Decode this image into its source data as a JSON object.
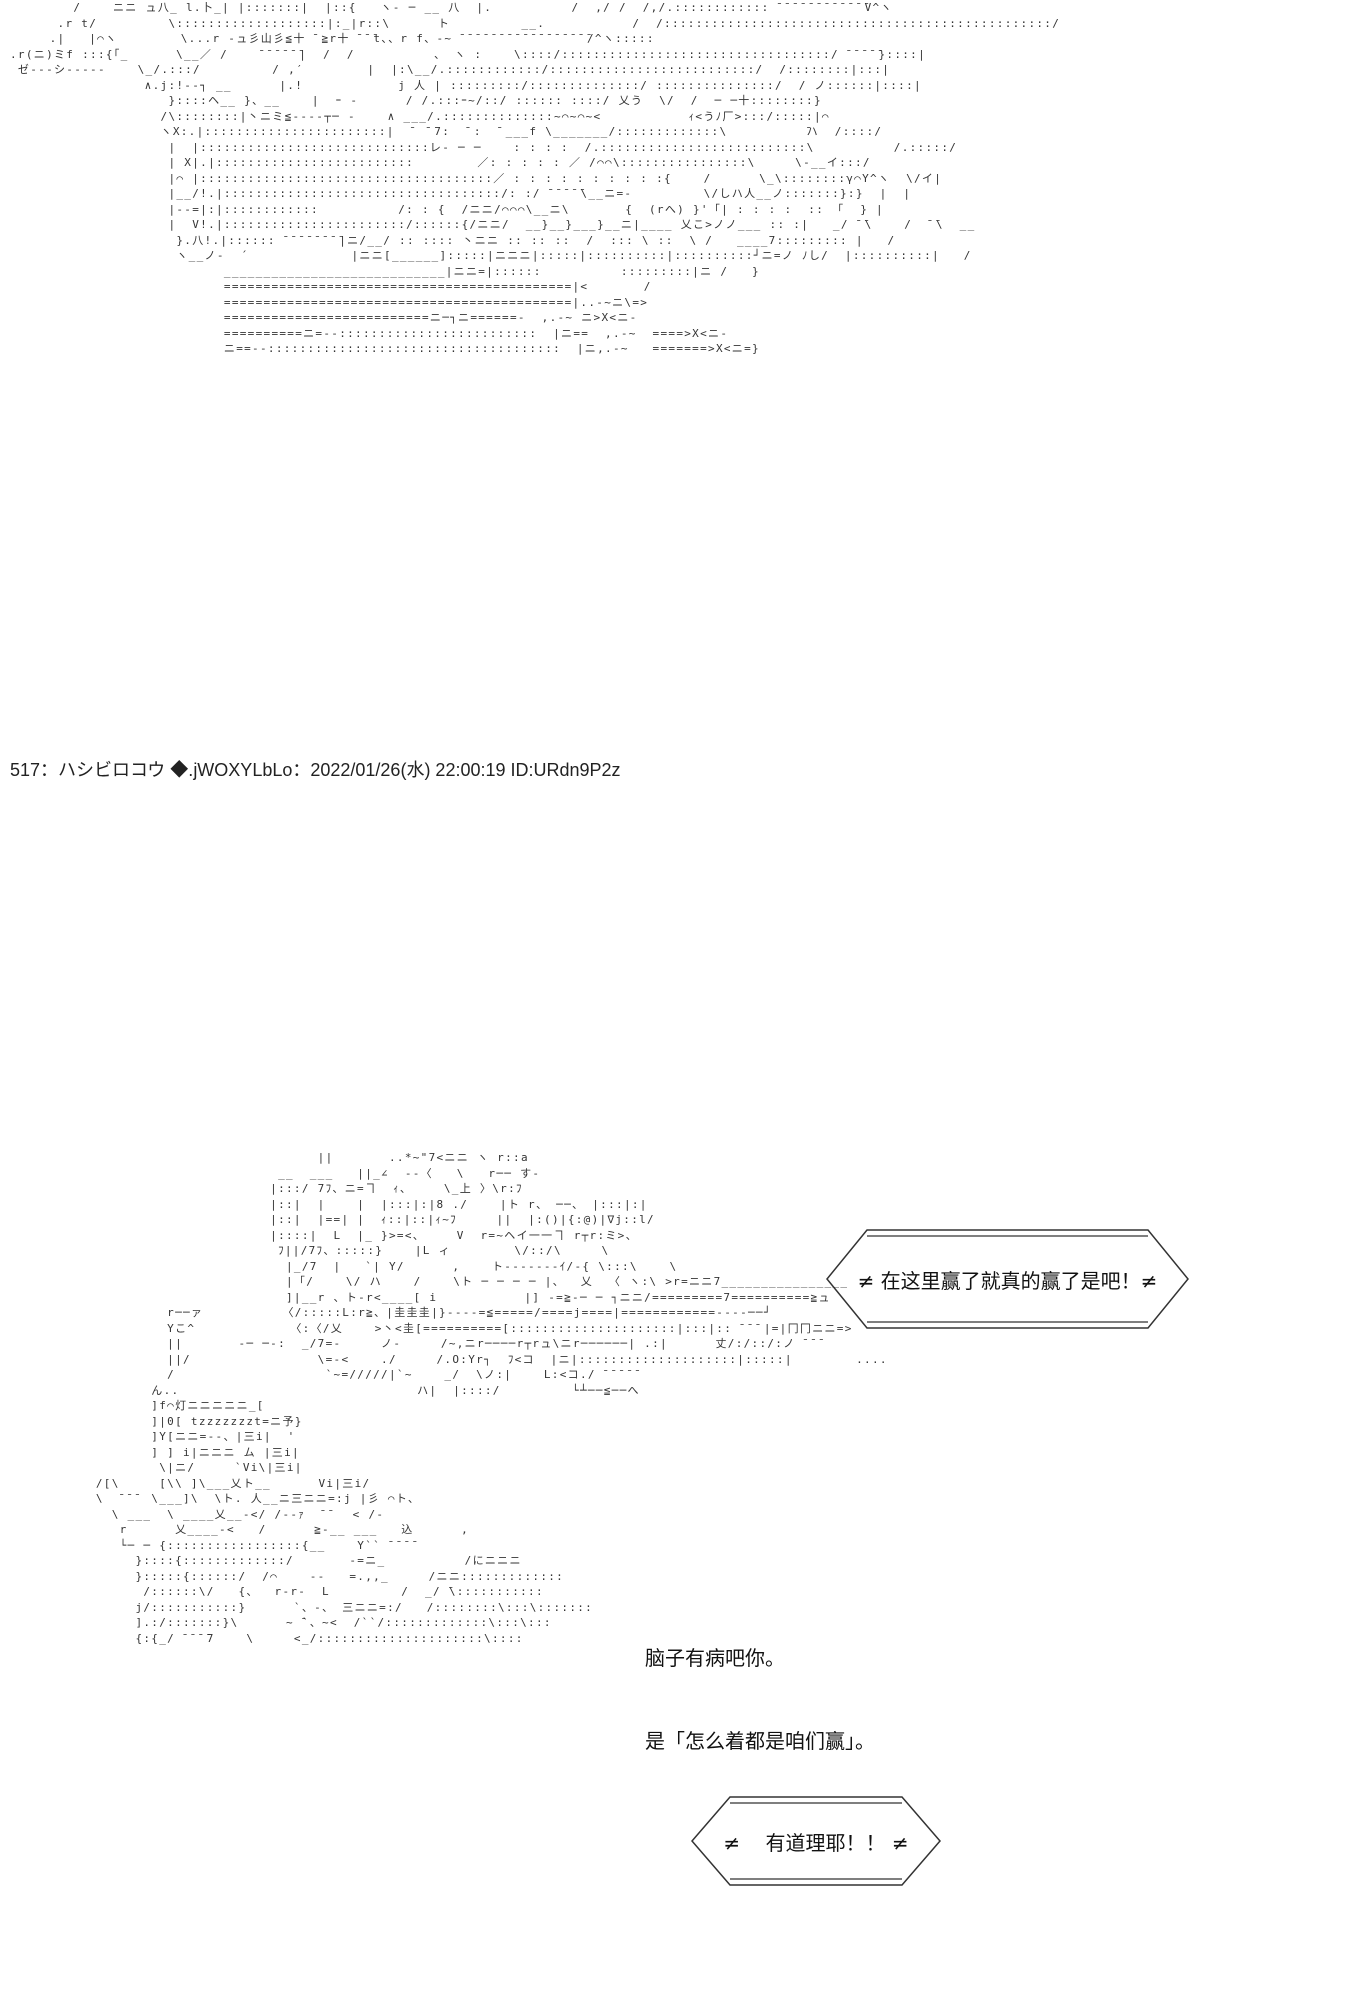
{
  "art_top": "        /    ニニ ュ八_ l.卜_| |:::::::|  |::{   ヽ- ─ __ 八  |.          /  ,/ /  /,/.:::::::::::: ̄ ̄ ̄ ̄ ̄ ̄ ̄ ̄ ̄ ̄ ̄ ̄V^ヽ\n      .r t/         \\:::::::::::::::::::|:_|r::\\      ト         __.           /  /:::::::::::::::::::::::::::::::::::::::::::::::::/\n     .|   |⌒ヽ        \\...r -ュ彡山彡≦十 ̄ ≧r十 ̄ ̄ ̄t、、r f、-~ ̄ ̄ ̄ ̄ ̄ ̄ ̄ ̄ ̄ ̄ ̄ ̄ ̄ ̄ ̄ ̄ ̄/^ヽ:::::\n.r(ニ)ミf :::{「_      \\__／ /    ̄ ̄ ̄ ̄ ̄ ̄|  /  /          、 ヽ :    \\::::/::::::::::::::::::::::::::::::::::/ ̄ ̄ ̄ ̄ ̄}::::|\n ゼ---シ-----    \\_/.:::/         / ,′        |  |:\\__/.::::::::::::/::::::::::::::::::::::::::/  /::::::::|:::|\n                 ∧.j:!--┐ __      |.!            j 人 | :::::::::/::::::::::::::/ :::::::::::::::/  / ノ::::::|::::|\n                    }::::ヘ__ }、__    |  ｰ ‐      / /.:::ｰ~/::/ :::::: ::::/ 乂う  \\/  /  ─ ─十::::::::}\n                   /\\::::::::|丶ニミ≦----┬─ -    ∧ ___/.::::::::::::::~⌒~⌒~<           ｨ<うﾉ厂>:::/:::::|⌒\n                   ヽX:.|:::::::::::::::::::::::|  ̄  ̄ 7:  ̄ :  ̄ ___f \\_______/:::::::::::::\\          ̄ハ  /::::/\n                    |  |:::::::::::::::::::::::::::::レ- ─ ─    : : : :  /.::::::::::::::::::::::::::\\          /.:::::/\n                    | X|.|:::::::::::::::::::::::::        ／: : : : : ／ /⌒⌒\\::::::::::::::::\\     \\-__イ:::/\n                    |⌒ |:::::::::::::::::::::::::::::::::::::／ : : : : : : : : : :{    /      \\_\\::::::::γ⌒Y^ヽ  \\/イ|\n                    |__/!.|:::::::::::::::::::::::::::::::::::/: :/ ̄ ̄ ̄ ̄ ̄\\__ニ=-         \\/しハ人__ノ:::::::}:}  |  |\n                    |--=|:|::::::::::::          /: : {  /ニニ/⌒⌒⌒\\__ニ\\       {  (rへ) }'「| : : : :  :: 「  } |\n                    |  V!.|:::::::::::::::::::::::/::::::{/ニニ/  __}__}___}__ニ|____ 乂こ>ノノ___ :: :|   _/ ̄ ̄\\    /  ̄ ̄\\  __\n                     }.八!.|:::::: ̄ ̄ ̄ ̄ ̄ ̄ ̄ ̄|ニ/__/ :: :::: 丶ニニ :: :: ::  /  ::: \\ ::  \\ /   ____7::::::::: |   /\n                     ヽ__ノ-  ´             |ニニ[______]:::::|ニニニ|:::::|::::::::::|::::::::::┘ニ=ノ ﾉし/  |::::::::::|   /\n                           ____________________________|ニニ=|::::::          :::::::::|ニ /   }\n                           ============================================|<       /\n                           ============================================|..-~ニ\\=>\n                           ==========================ニ─┐ニ======-  ,.-~ ニ>X<ニ-\n                           ==========ニ=--:::::::::::::::::::::::::  |ニ==  ,.-~  ====>X<ニ-\n                           ニ==--:::::::::::::::::::::::::::::::::::::  |ニ,.-~   =======>X<ニ=}",
  "post_header": "517：ハシビロコウ ◆.jWOXYLbLo：2022/01/26(水) 22:00:19 ID:URdn9P2z",
  "art_bottom": "                              ||       ..*~\"7<ニニ ヽ r::a\n                         __  ___   ||_∠  --〈   \\   r── す-\n                        |:::/ 7ﾌ、ニ=ヿ  ｨ、    \\_上 〉\\r:ﾌ\n                        |::|  |    |  |:::|:|8 ./    |ト r、 ──、 |:::|:|\n                        |::|  |==| |  ｨ::|::|ｨ~ﾌ     ||  |:()|{:@)|∇j::l/\n                        |::::|  L  |_ }>=<、    V  r=~ヘイ一一ヿ r┬r:ミ>、\n                         ﾌ||/7ﾌ、:::::}    |L ィ        \\/::/\\     \\\n                          |_/7  |   `| Y/      ,    ト-------ｲ/-{ \\:::\\    \\\n                          |「/    \\/ ハ    /    \\ト ─ ─ ─ ─ |、  乂  〈 ヽ:\\ >r=ニニ7________________\n                          ]|__r 、ト-r<____[ i           |] -=≧-─ ─ ┐ニニ/=========7==========≧ュ\n           r──ァ          〈/:::::L:r≧、|圭圭圭|}----=≦=====/====j====|============----──┘\n           Yこ^            〈:〈/乂    >丶<圭[==========[:::::::::::::::::::::|:::|:: ̄ ̄ ̄ |=|冂冂ニニ=>\n           ||       -─ ─-:  _/7=-     ノ-     /~,ニr────r┬rュ\\ニr──────| .:|      丈/:/::/:ノ ̄ ̄ ̄\n           ||/                \\=-<    ./     /.O:Yr┐  ﾌ<コ  |ニ|::::::::::::::::::::|:::::|        ....\n           /                   `~=/////|`~    _/  \\ノ:|    L:<コ./ ̄ ̄ ̄ ̄ ̄\n         ん..                              ハ|  |::::/         └┴──≦──へ\n         ]f⌒灯ニニニニニ_[\n         ]|0[ tzzzzzzzt=ニ予}\n         ]Y[ニニ=--、|三i|  '\n         ] ] i|ニニニ ム |三i|\n          \\|ニ/     `Vi\\|三i|\n  /[\\     [\\\\ ]\\___乂ト__      Vi|三i/\n  \\  ̄ ̄ ̄  \\___]\\  \\ト. 人__ニ三ニニ=:j |彡 ⌒ト、\n    \\ ___  \\ ____乂__-</ /--ｧ  ̄ ̄   < /-\n     r      乂____-<   /      ≧-__ ___   込      ,\n     └─ ─ {:::::::::::::::::{__    Y`` ̄ ̄ ̄ ̄\n       }::::{:::::::::::::/       -=ニ_          /にニニニ\n       }:::::{::::::/  /⌒    --   =.,,_     /ニニ:::::::::::::\n        /::::::\\/   {、  r-r-  L         /  _/ ̄\\:::::::::::\n       j/:::::::::::}      `、-、 三ニニ=:/   /::::::::\\:::\\:::::::\n       ].:/:::::::}\\      ~ ̄`、~<  /``/:::::::::::::\\:::\\:::\n       {:{_/ ̄ ̄ ̄ ̄7    \\     <_/:::::::::::::::::::::\\::::",
  "bubble_top": "≠ 在这里赢了就真的赢了是吧！≠",
  "line_a": "脑子有病吧你。",
  "line_b": "是「怎么着都是咱们赢」。",
  "bubble_bottom": "≠    有道理耶！！ ≠"
}
